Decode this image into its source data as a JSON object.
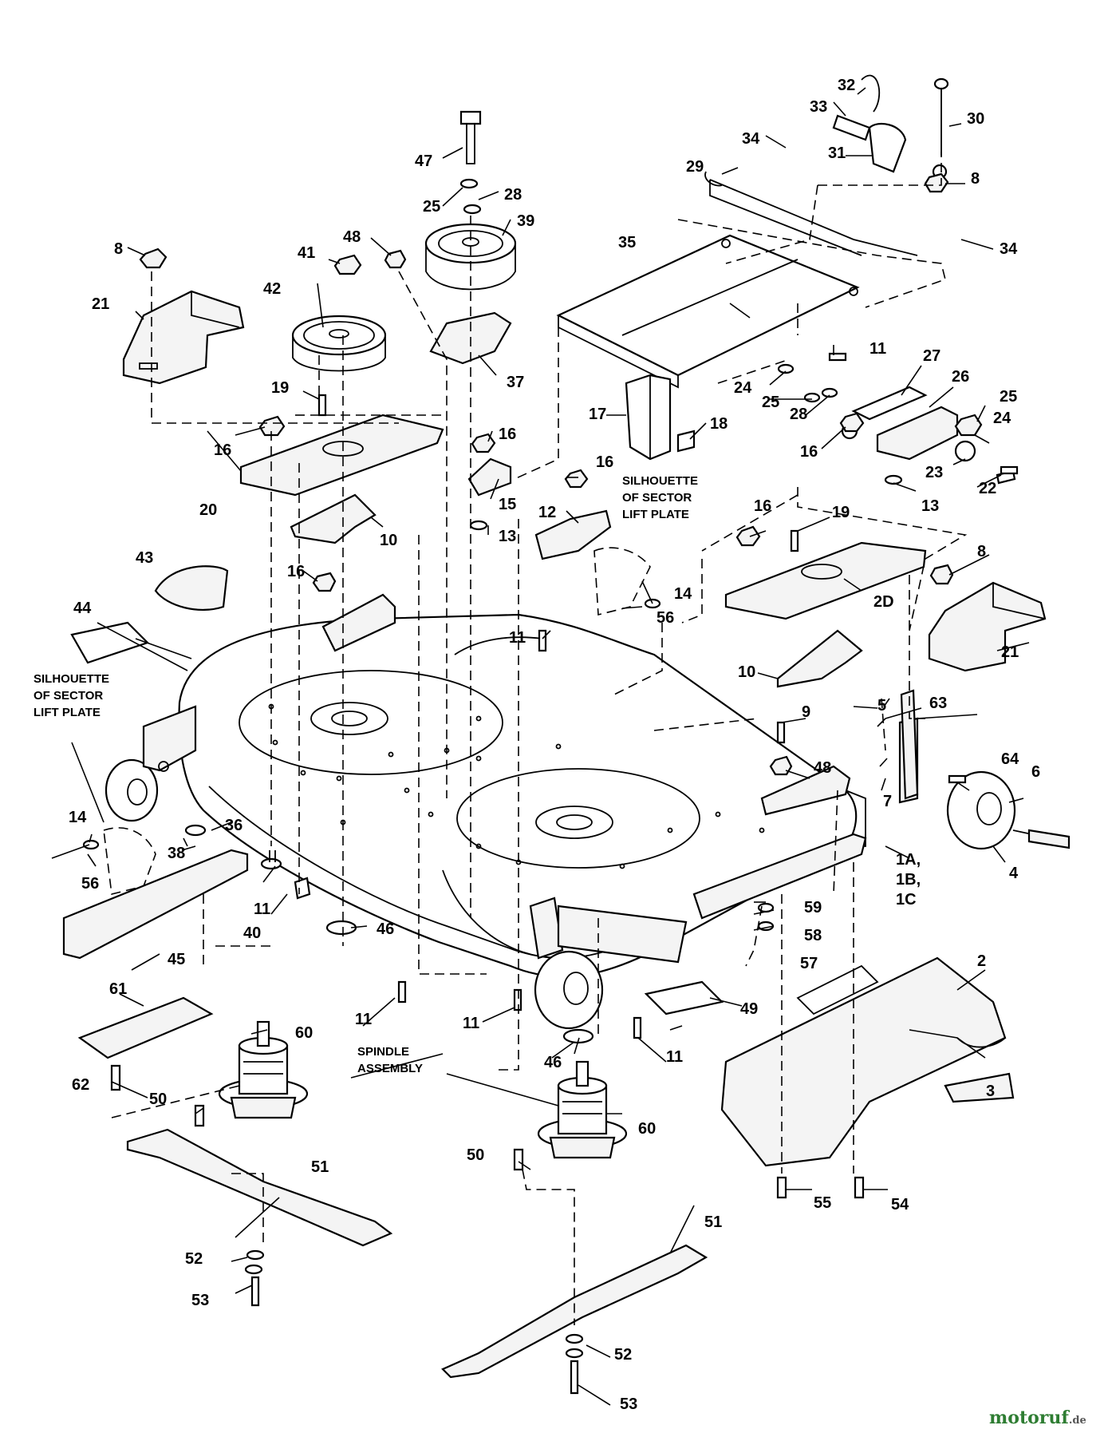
{
  "part_labels": [
    "1A,",
    "1B,",
    "1C",
    "2",
    "3",
    "4",
    "5",
    "6",
    "7",
    "8",
    "9",
    "10",
    "11",
    "12",
    "13",
    "14",
    "15",
    "16",
    "17",
    "18",
    "19",
    "20",
    "21",
    "22",
    "23",
    "24",
    "25",
    "26",
    "27",
    "28",
    "29",
    "30",
    "31",
    "32",
    "33",
    "34",
    "35",
    "36",
    "37",
    "38",
    "39",
    "40",
    "41",
    "42",
    "43",
    "44",
    "45",
    "46",
    "47",
    "48",
    "49",
    "50",
    "51",
    "52",
    "53",
    "54",
    "55",
    "56",
    "57",
    "58",
    "59",
    "60",
    "61",
    "62",
    "63",
    "64",
    "2D"
  ],
  "notes": {
    "silhouette_left_1": "SILHOUETTE",
    "silhouette_left_2": "OF SECTOR",
    "silhouette_left_3": "LIFT PLATE",
    "silhouette_right_1": "SILHOUETTE",
    "silhouette_right_2": "OF SECTOR",
    "silhouette_right_3": "LIFT PLATE",
    "spindle_1": "SPINDLE",
    "spindle_2": "ASSEMBLY"
  },
  "watermark": {
    "brand": "motoruf",
    "suffix": ".de",
    "brand_color": "#2e7d32",
    "suffix_color": "#555555"
  }
}
